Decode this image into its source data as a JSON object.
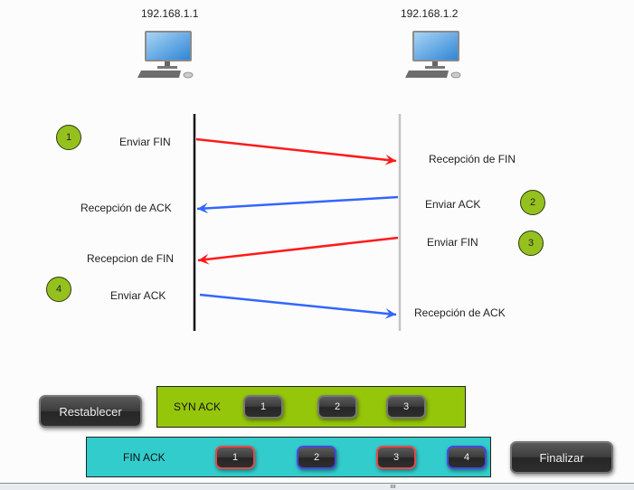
{
  "hosts": [
    {
      "ip": "192.168.1.1",
      "icon": "desktop-computer-icon"
    },
    {
      "ip": "192.168.1.2",
      "icon": "desktop-computer-icon"
    }
  ],
  "steps": [
    "1",
    "2",
    "3",
    "4"
  ],
  "messages": [
    {
      "step": "1",
      "sender_label": "Enviar FIN",
      "receiver_label": "Recepción de FIN",
      "direction": "left-to-right",
      "color": "#ff1a1a"
    },
    {
      "step": "2",
      "sender_label": "Enviar ACK",
      "receiver_label": "Recepción de ACK",
      "direction": "right-to-left",
      "color": "#3366ff"
    },
    {
      "step": "3",
      "sender_label": "Enviar FIN",
      "receiver_label": "Recepcion de FIN",
      "direction": "right-to-left",
      "color": "#ff1a1a"
    },
    {
      "step": "4",
      "sender_label": "Enviar ACK",
      "receiver_label": "Recepción de ACK",
      "direction": "left-to-right",
      "color": "#3366ff"
    }
  ],
  "controls": {
    "reset_label": "Restablecer",
    "finish_label": "Finalizar",
    "syn_ack": {
      "label": "SYN ACK",
      "buttons": [
        "1",
        "2",
        "3"
      ],
      "color": "#95c60a"
    },
    "fin_ack": {
      "label": "FIN ACK",
      "buttons": [
        "1",
        "2",
        "3",
        "4"
      ],
      "color": "#33cccc"
    }
  },
  "colors": {
    "fin_arrow": "#ff1a1a",
    "ack_arrow": "#3366ff",
    "step_circle": "#95c11f"
  }
}
